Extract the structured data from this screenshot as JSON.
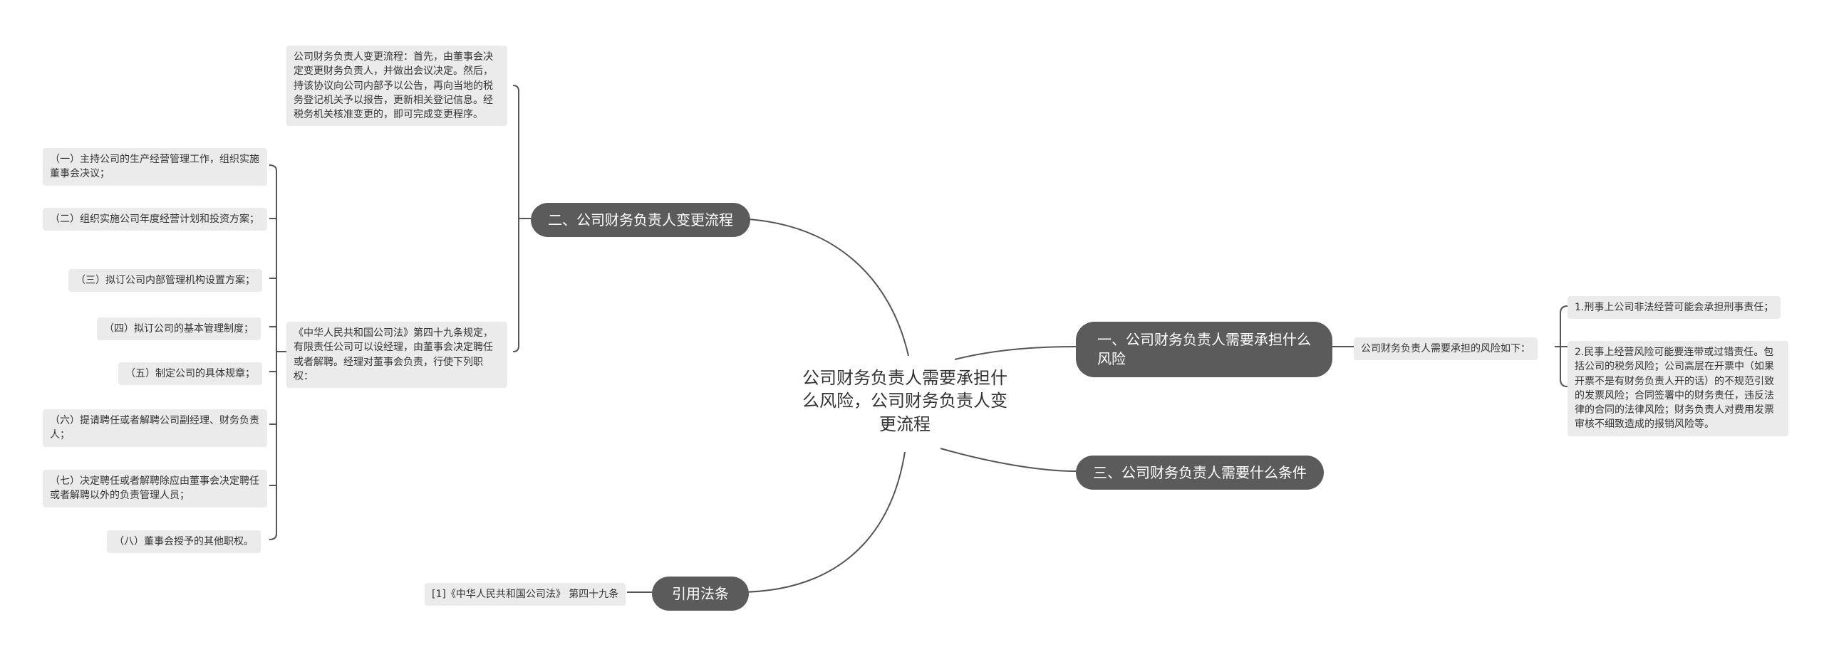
{
  "root": "公司财务负责人需要承担什么风险，公司财务负责人变更流程",
  "branches": {
    "b1": "一、公司财务负责人需要承担什么风险",
    "b2": "二、公司财务负责人变更流程",
    "b3": "三、公司财务负责人需要什么条件",
    "b4": "引用法条"
  },
  "b1": {
    "intro": "公司财务负责人需要承担的风险如下：",
    "items": [
      "1.刑事上公司非法经营可能会承担刑事责任；",
      "2.民事上经营风险可能要连带或过错责任。包括公司的税务风险；公司高层在开票中（如果开票不是有财务负责人开的话）的不规范引致的发票风险；合同签署中的财务责任，违反法律的合同的法律风险；财务负责人对费用发票审核不细致造成的报销风险等。"
    ]
  },
  "b2": {
    "process": "公司财务负责人变更流程：首先，由董事会决定变更财务负责人，并做出会议决定。然后，持该协议向公司内部予以公告，再向当地的税务登记机关予以报告，更新相关登记信息。经税务机关核准变更的，即可完成变更程序。",
    "law": "《中华人民共和国公司法》第四十九条规定，有限责任公司可以设经理，由董事会决定聘任或者解聘。经理对董事会负责，行使下列职权：",
    "powers": [
      "（一）主持公司的生产经营管理工作，组织实施董事会决议；",
      "（二）组织实施公司年度经营计划和投资方案；",
      "（三）拟订公司内部管理机构设置方案；",
      "（四）拟订公司的基本管理制度；",
      "（五）制定公司的具体规章；",
      "（六）提请聘任或者解聘公司副经理、财务负责人；",
      "（七）决定聘任或者解聘除应由董事会决定聘任或者解聘以外的负责管理人员；",
      "（八）董事会授予的其他职权。"
    ]
  },
  "b4": {
    "ref": "[1]《中华人民共和国公司法》 第四十九条"
  }
}
